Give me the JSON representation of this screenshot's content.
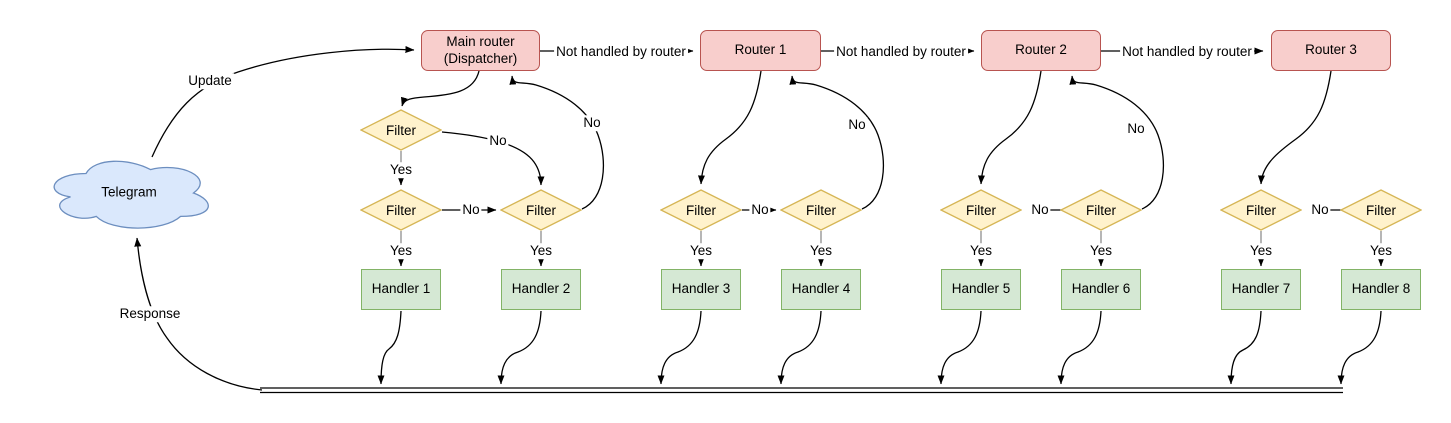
{
  "diagram": {
    "cloud_label": "Telegram",
    "dispatcher": {
      "line1": "Main router",
      "line2": "(Dispatcher)"
    },
    "routers": [
      "Router 1",
      "Router 2",
      "Router 3"
    ],
    "filters": [
      "Filter",
      "Filter",
      "Filter",
      "Filter",
      "Filter",
      "Filter",
      "Filter",
      "Filter",
      "Filter"
    ],
    "handlers": [
      "Handler 1",
      "Handler 2",
      "Handler 3",
      "Handler 4",
      "Handler 5",
      "Handler 6",
      "Handler 7",
      "Handler 8"
    ],
    "edge_labels": {
      "update": "Update",
      "response": "Response",
      "not_handled": "Not handled by router",
      "yes": "Yes",
      "no": "No"
    },
    "colors": {
      "router_fill": "#F8CECC",
      "router_stroke": "#B85450",
      "filter_fill": "#FFF2CC",
      "filter_stroke": "#D6B656",
      "handler_fill": "#D5E8D4",
      "handler_stroke": "#82B366",
      "cloud_fill": "#DAE8FC",
      "cloud_stroke": "#6C8EBF",
      "edge": "#000000",
      "stub": "#8f8f8f"
    }
  }
}
